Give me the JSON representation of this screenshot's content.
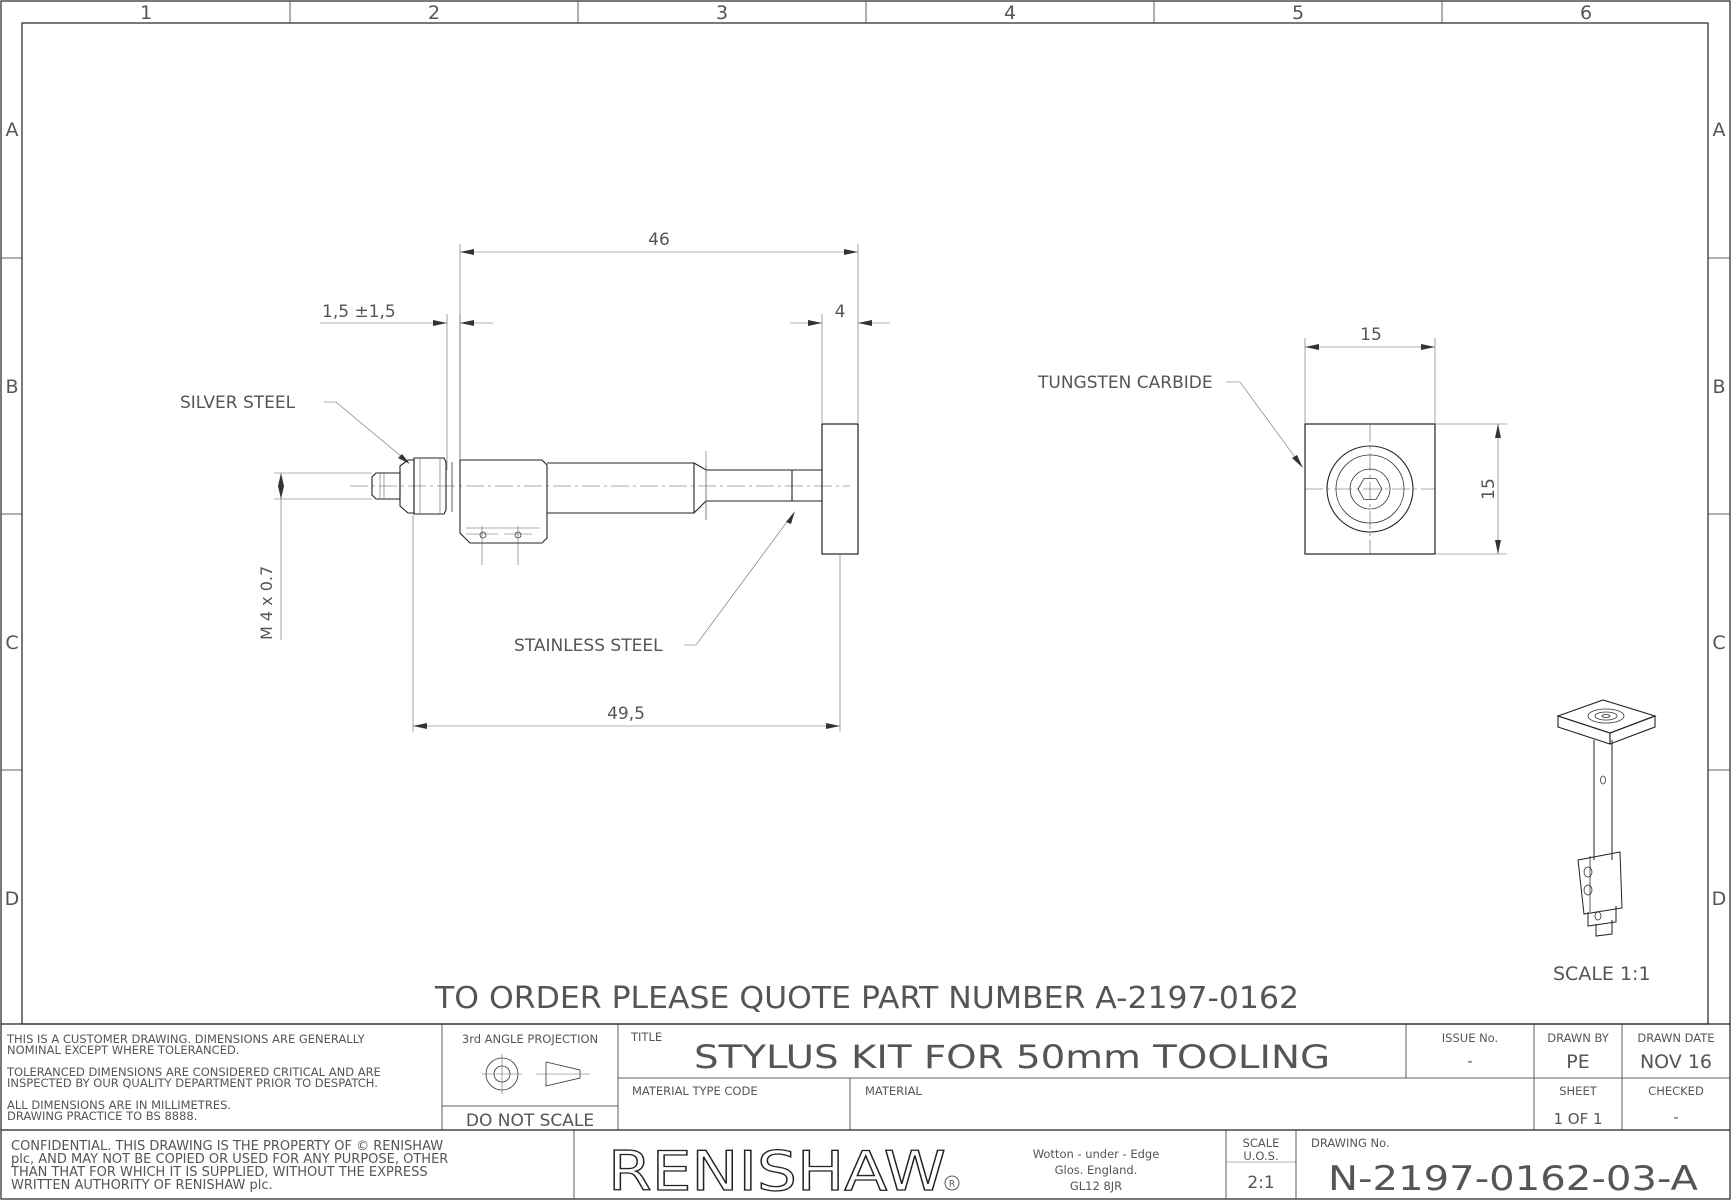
{
  "border": {
    "columns": [
      "1",
      "2",
      "3",
      "4",
      "5",
      "6"
    ],
    "rows": [
      "A",
      "B",
      "C",
      "D"
    ]
  },
  "drawing": {
    "side_view": {
      "dim_overall": "46",
      "dim_offset": "1,5 ±1,5",
      "dim_plate": "4",
      "dim_length": "49,5",
      "dim_thread": "M 4 x 0.7",
      "label_silver": "SILVER STEEL",
      "label_stainless": "STAINLESS STEEL"
    },
    "end_view": {
      "dim_width": "15",
      "dim_height": "15",
      "label_tungsten": "TUNGSTEN CARBIDE"
    },
    "iso_view": {
      "scale_label": "SCALE 1:1"
    },
    "order_note": "TO ORDER PLEASE QUOTE PART NUMBER A-2197-0162"
  },
  "title_block": {
    "notes_1": "THIS IS A CUSTOMER DRAWING. DIMENSIONS ARE GENERALLY",
    "notes_2": "NOMINAL EXCEPT WHERE TOLERANCED.",
    "notes_3": "TOLERANCED DIMENSIONS ARE CONSIDERED CRITICAL AND ARE",
    "notes_4": "INSPECTED BY OUR QUALITY DEPARTMENT PRIOR TO DESPATCH.",
    "notes_5": "ALL DIMENSIONS ARE IN MILLIMETRES.",
    "notes_6": "DRAWING PRACTICE TO BS 8888.",
    "projection_label": "3rd ANGLE PROJECTION",
    "do_not_scale": "DO NOT SCALE",
    "title_label": "TITLE",
    "title": "STYLUS KIT FOR 50mm TOOLING",
    "issue_label": "ISSUE No.",
    "issue_value": "-",
    "drawn_by_label": "DRAWN BY",
    "drawn_by_value": "PE",
    "drawn_date_label": "DRAWN DATE",
    "drawn_date_value": "NOV 16",
    "material_code_label": "MATERIAL TYPE CODE",
    "material_label": "MATERIAL",
    "sheet_label": "SHEET",
    "sheet_value": "1 OF 1",
    "checked_label": "CHECKED",
    "checked_value": "-",
    "confidential_1": "CONFIDENTIAL. THIS DRAWING IS THE PROPERTY OF © RENISHAW",
    "confidential_2": "plc, AND MAY NOT BE COPIED OR USED FOR ANY PURPOSE, OTHER",
    "confidential_3": "THAN THAT FOR WHICH IT IS SUPPLIED, WITHOUT THE EXPRESS",
    "confidential_4": "WRITTEN AUTHORITY OF RENISHAW plc.",
    "logo": "RENISHAW",
    "address_1": "Wotton - under - Edge",
    "address_2": "Glos. England.",
    "address_3": "GL12 8JR",
    "scale_label_1": "SCALE",
    "scale_label_2": "U.O.S.",
    "scale_value": "2:1",
    "drawing_no_label": "DRAWING No.",
    "drawing_no": "N-2197-0162-03-A"
  }
}
